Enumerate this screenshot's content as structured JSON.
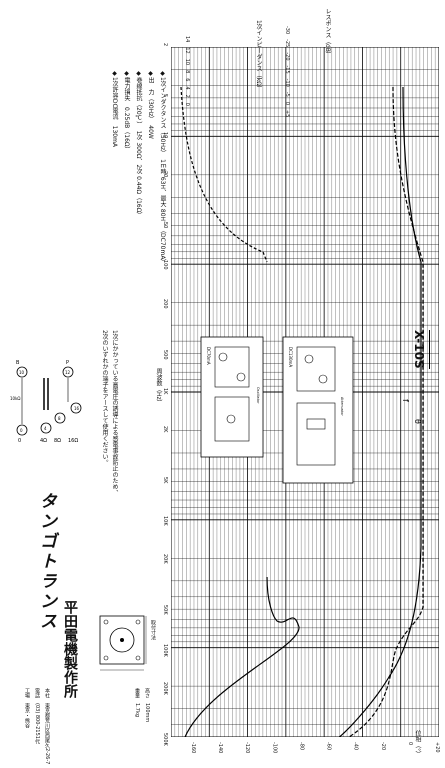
{
  "model": "X-10S",
  "freq_axis": {
    "label": "周波数（Hz）",
    "ticks": [
      "2",
      "5",
      "10",
      "20",
      "50",
      "100",
      "200",
      "500",
      "1K",
      "2K",
      "5K",
      "10K",
      "20K",
      "50K",
      "100K",
      "200K",
      "500K"
    ]
  },
  "impedance_axis": {
    "label": "1次インピーダンス",
    "unit": "（kΩ）",
    "ticks": [
      "0",
      "2",
      "4",
      "6",
      "8",
      "10",
      "12",
      "14"
    ]
  },
  "response_axis": {
    "label": "レスポンス",
    "unit": "（dB）",
    "ticks": [
      "-30",
      "-25",
      "-20",
      "-15",
      "-10",
      "-5",
      "0",
      "+5"
    ]
  },
  "phase_axis": {
    "label": "位相（°）",
    "ticks": [
      "-160",
      "-140",
      "-120",
      "-100",
      "-80",
      "-60",
      "-40",
      "-20",
      "0",
      "+20"
    ]
  },
  "curve_labels": {
    "zp": "Zp",
    "f": "f",
    "theta": "θ"
  },
  "specs": [
    {
      "name": "1次インダクタンス（50Hz）",
      "value": "1ｍ時 63H、最大 80H：（DC70mA）"
    },
    {
      "name": "出　力（30Hz）",
      "value": "40W"
    },
    {
      "name": "巻線抵抗（20℃）",
      "value": "1次 300Ω、2次 0.44Ω（16Ω）"
    },
    {
      "name": "電力損失",
      "value": "0.25dB（16Ω）"
    },
    {
      "name": "1次許容DC電流",
      "value": "130mA"
    }
  ],
  "note_lines": [
    "1次にかかっている高電圧の誘導による感電事故防止のため、",
    "2次のいずれかの端子をアースして使用ください。"
  ],
  "terminals": {
    "p": "P",
    "b": "B",
    "t16": "16Ω",
    "t8": "8Ω",
    "t4": "4Ω",
    "t0": "0",
    "n10": "10",
    "n12": "12",
    "n16": "16",
    "n8": "8",
    "n4": "4",
    "n0": "0",
    "ratio": "10kΩ"
  },
  "brand_title": "タンゴトランス",
  "company": "平田電機製作所",
  "company_info": [
    "本社　東京都荒川区西尾久2-26-7",
    "電話　(03) 800-2151代",
    "工場　東京・熊谷"
  ],
  "dims": {
    "label": "取付寸法",
    "weight_label": "重量",
    "weight": "1.7kg",
    "height_label": "高さ",
    "height": "100mm"
  },
  "circuit_labels": {
    "dc_a": "DC70mA",
    "dc_b": "DC130mA",
    "osc": "Oscillator",
    "att": "Attenuator"
  }
}
